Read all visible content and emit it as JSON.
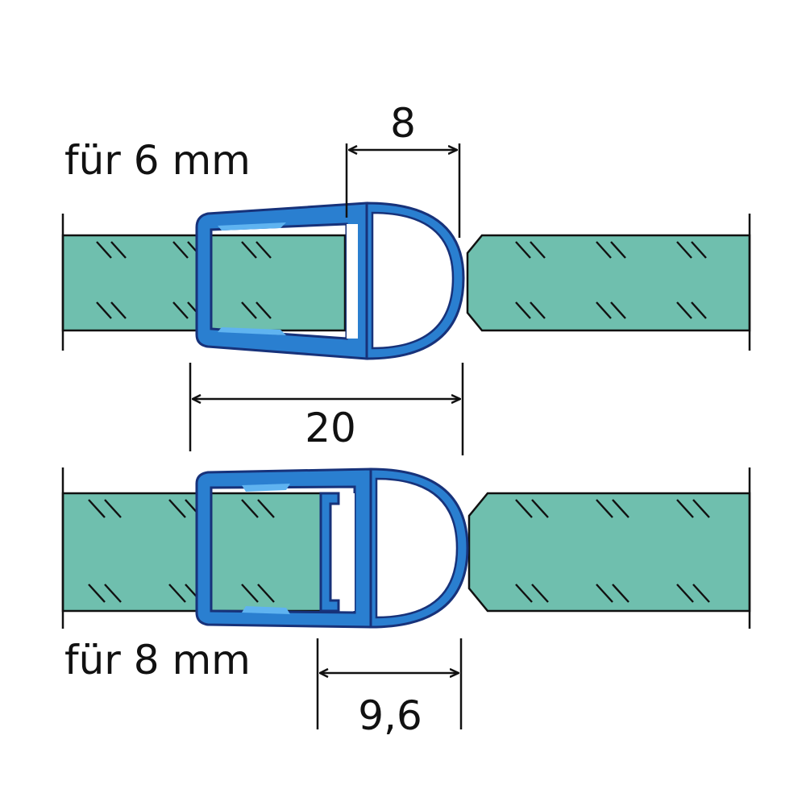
{
  "labels": {
    "top_glass": "für 6 mm",
    "bottom_glass": "für 8 mm"
  },
  "dimensions": {
    "top_bulb_width": "8",
    "total_width": "20",
    "bottom_bulb_width": "9,6"
  },
  "colors": {
    "glass": "#6fbfae",
    "seal": "#2a7fd0",
    "seal_outline": "#17327a"
  }
}
